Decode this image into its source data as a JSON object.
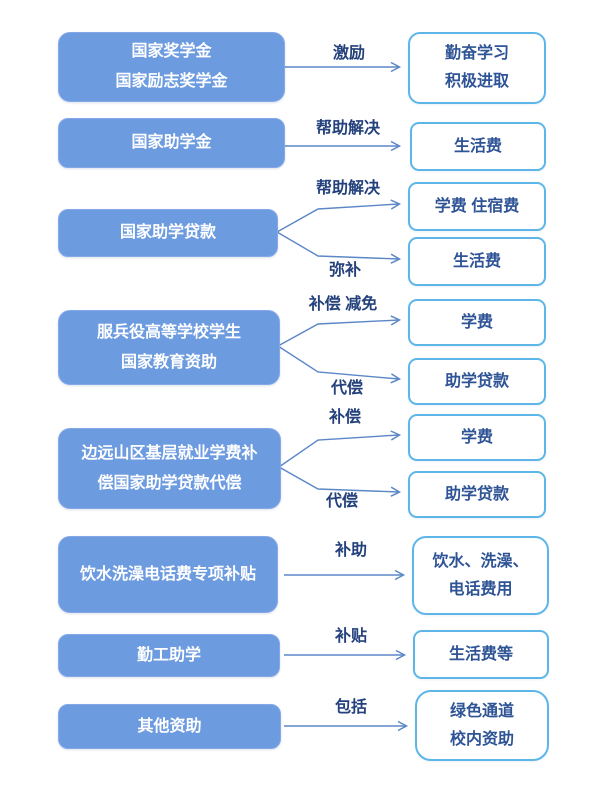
{
  "diagram": {
    "title_hint": "student-financial-aid-flow",
    "colors": {
      "source_fill": "#6C9BE0",
      "source_text": "#FFFFFF",
      "target_border": "#5EB6E8",
      "target_text": "#2F5496",
      "arrow_stroke": "#5B87C7",
      "label_text": "#24417C",
      "background": "#FFFFFF"
    },
    "rows": [
      {
        "source": {
          "lines": [
            "国家奖学金",
            "国家励志奖学金"
          ]
        },
        "links": [
          {
            "label": "激励",
            "target": {
              "lines": [
                "勤奋学习",
                "积极进取"
              ]
            }
          }
        ]
      },
      {
        "source": {
          "lines": [
            "国家助学金"
          ]
        },
        "links": [
          {
            "label": "帮助解决",
            "target": {
              "lines": [
                "生活费"
              ]
            }
          }
        ]
      },
      {
        "source": {
          "lines": [
            "国家助学贷款"
          ]
        },
        "links": [
          {
            "label": "帮助解决",
            "target": {
              "lines": [
                "学费 住宿费"
              ]
            }
          },
          {
            "label": "弥补",
            "target": {
              "lines": [
                "生活费"
              ]
            }
          }
        ]
      },
      {
        "source": {
          "lines": [
            "服兵役高等学校学生",
            "国家教育资助"
          ]
        },
        "links": [
          {
            "label": "补偿 减免",
            "target": {
              "lines": [
                "学费"
              ]
            }
          },
          {
            "label": "代偿",
            "target": {
              "lines": [
                "助学贷款"
              ]
            }
          }
        ]
      },
      {
        "source": {
          "lines": [
            "边远山区基层就业学费补",
            "偿国家助学贷款代偿"
          ]
        },
        "links": [
          {
            "label": "补偿",
            "target": {
              "lines": [
                "学费"
              ]
            }
          },
          {
            "label": "代偿",
            "target": {
              "lines": [
                "助学贷款"
              ]
            }
          }
        ]
      },
      {
        "source": {
          "lines": [
            "饮水洗澡电话费专项补贴"
          ]
        },
        "links": [
          {
            "label": "补助",
            "target": {
              "lines": [
                "饮水、洗澡、",
                "电话费用"
              ]
            }
          }
        ]
      },
      {
        "source": {
          "lines": [
            "勤工助学"
          ]
        },
        "links": [
          {
            "label": "补贴",
            "target": {
              "lines": [
                "生活费等"
              ]
            }
          }
        ]
      },
      {
        "source": {
          "lines": [
            "其他资助"
          ]
        },
        "links": [
          {
            "label": "包括",
            "target": {
              "lines": [
                "绿色通道",
                "校内资助"
              ]
            }
          }
        ]
      }
    ]
  }
}
